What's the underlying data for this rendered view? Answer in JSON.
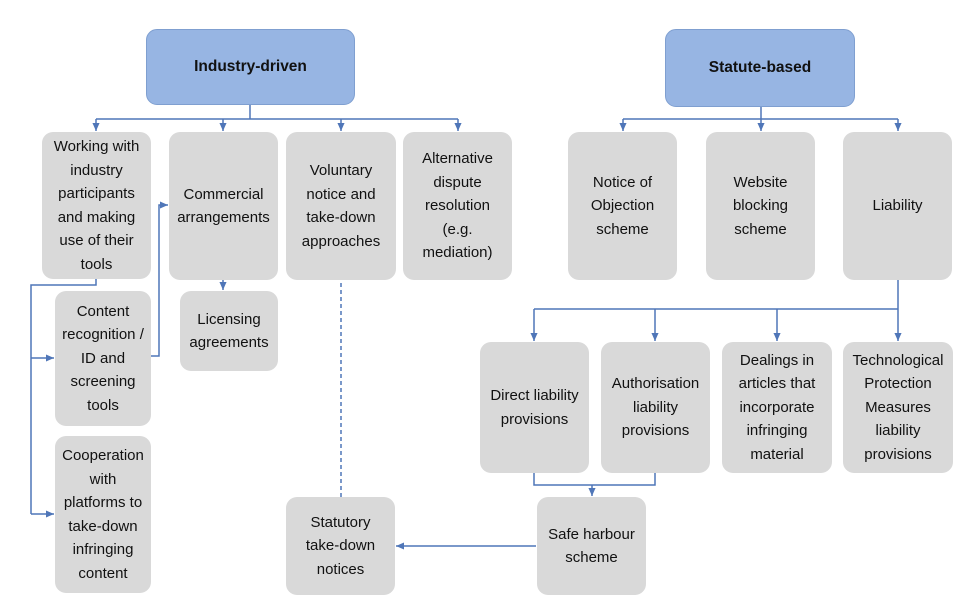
{
  "colors": {
    "header_fill": "#97b5e3",
    "box_fill": "#d9d9d9",
    "connector": "#4f76b8"
  },
  "industry": {
    "title": "Industry-driven",
    "working_with": "Working with industry participants and making use of their tools",
    "commercial": "Commercial arrangements",
    "voluntary": "Voluntary notice and take-down approaches",
    "adr": "Alternative dispute resolution (e.g. mediation)",
    "content_recognition": "Content recognition / ID and screening tools",
    "licensing": "Licensing agreements",
    "cooperation": "Cooperation with platforms to take-down infringing content"
  },
  "statute": {
    "title": "Statute-based",
    "notice_of_objection": "Notice of Objection scheme",
    "website_blocking": "Website blocking scheme",
    "liability": "Liability",
    "direct": "Direct liability provisions",
    "authorisation": "Authorisation liability provisions",
    "dealings": "Dealings in articles that incorporate infringing material",
    "tpm": "Technological Protection Measures liability provisions",
    "safe_harbour": "Safe harbour scheme",
    "statutory_takedown": "Statutory take-down notices"
  }
}
